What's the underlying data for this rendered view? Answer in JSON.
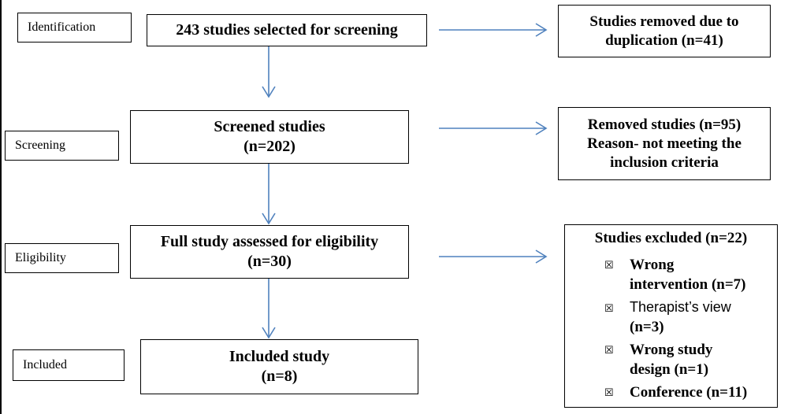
{
  "stages": {
    "identification": "Identification",
    "screening": "Screening",
    "eligibility": "Eligibility",
    "included": "Included"
  },
  "main": {
    "box1": "243 studies selected for screening",
    "box2_line1": "Screened studies",
    "box2_line2": "(n=202)",
    "box3_line1": "Full study assessed for eligibility",
    "box3_line2": "(n=30)",
    "box4_line1": "Included study",
    "box4_line2": "(n=8)"
  },
  "side": {
    "dup_line1": "Studies removed due to",
    "dup_line2": "duplication (n=41)",
    "removed_line1": "Removed studies (n=95)",
    "removed_line2": "Reason- not meeting the",
    "removed_line3": "inclusion criteria",
    "excluded_title": "Studies excluded (n=22)",
    "bullet_char": "☒",
    "items": [
      {
        "line1": "Wrong",
        "line2": "intervention (n=7)"
      },
      {
        "line1": "Therapist’s view",
        "line2": "(n=3)"
      },
      {
        "line1": "Wrong study",
        "line2": "design (n=1)"
      },
      {
        "line1": "Conference (n=11)"
      }
    ]
  },
  "colors": {
    "arrow": "#4F81BD",
    "border": "#000000"
  }
}
